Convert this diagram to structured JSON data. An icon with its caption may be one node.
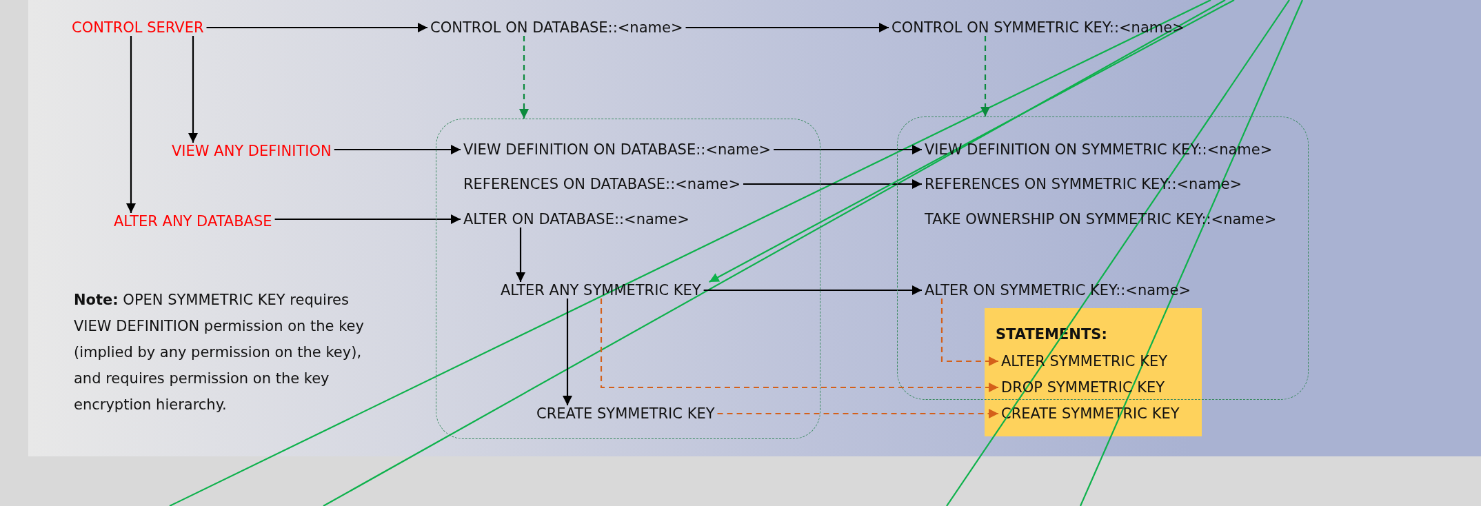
{
  "diagram": {
    "nodes": [
      {
        "text": [
          "CONTROL SERVER"
        ]
      },
      {
        "text": [
          "CONTROL ON DATABASE::<name>"
        ]
      },
      {
        "text": [
          "CONTROL ON SYMMETRIC KEY::<name>"
        ]
      },
      {
        "text": [
          "VIEW ANY DEFINITION"
        ]
      },
      {
        "text": [
          "ALTER ANY DATABASE"
        ]
      },
      {
        "text": [],
        "shape": "box"
      },
      {
        "text": [
          "VIEW DEFINITION ON DATABASE::<name>"
        ],
        "in": 5
      },
      {
        "text": [
          "REFERENCES ON DATABASE::<name>"
        ],
        "in": 5
      },
      {
        "text": [
          "ALTER ON DATABASE::<name>"
        ],
        "in": 5
      },
      {
        "text": [
          "ALTER ANY SYMMETRIC KEY"
        ],
        "in": 5
      },
      {
        "text": [
          "CREATE SYMMETRIC KEY"
        ],
        "in": 5
      },
      {
        "text": [],
        "shape": "box"
      },
      {
        "text": [
          "VIEW DEFINITION ON SYMMETRIC KEY::<name>"
        ],
        "in": 11
      },
      {
        "text": [
          "REFERENCES ON SYMMETRIC KEY::<name>"
        ],
        "in": 11
      },
      {
        "text": [
          "TAKE OWNERSHIP ON SYMMETRIC KEY::<name>"
        ],
        "in": 11
      },
      {
        "text": [
          "ALTER ON SYMMETRIC KEY::<name>"
        ],
        "in": 11
      },
      {
        "text": [
          "STATEMENTS:"
        ]
      },
      {
        "text": [
          "ALTER SYMMETRIC KEY"
        ]
      },
      {
        "text": [
          "DROP SYMMETRIC KEY"
        ]
      },
      {
        "text": [
          "CREATE SYMMETRIC KEY"
        ],
        "in": 16
      }
    ],
    "edges": [
      {
        "from": 0,
        "to": 1,
        "arrow": "to"
      },
      {
        "from": 1,
        "to": 2,
        "arrow": "to"
      },
      {
        "from": 0,
        "to": 3,
        "arrow": "to"
      },
      {
        "from": 0,
        "to": 4,
        "arrow": "to"
      },
      {
        "from": 1,
        "to": 5,
        "arrow": "to",
        "style": "dashed",
        "color": "#0b8a3c"
      },
      {
        "from": 2,
        "to": 11,
        "arrow": "to",
        "style": "dashed",
        "color": "#0b8a3c"
      },
      {
        "from": 3,
        "to": 6,
        "arrow": "to"
      },
      {
        "from": 4,
        "to": 8,
        "arrow": "to"
      },
      {
        "from": 6,
        "to": 12,
        "arrow": "to"
      },
      {
        "from": 7,
        "to": 13,
        "arrow": "to"
      },
      {
        "from": 8,
        "to": 9,
        "arrow": "to"
      },
      {
        "from": 9,
        "to": 15,
        "arrow": "to"
      },
      {
        "from": 9,
        "to": 10,
        "arrow": "to"
      },
      {
        "from": 15,
        "to": 17,
        "arrow": "to",
        "style": "dashed",
        "color": "#d4601a"
      },
      {
        "from": 9,
        "to": 18,
        "arrow": "to",
        "style": "dashed",
        "color": "#d4601a"
      },
      {
        "from": 10,
        "to": 19,
        "arrow": "to",
        "style": "dashed",
        "color": "#d4601a"
      },
      {
        "from": null,
        "to": 9,
        "arrow": "to",
        "color": "#0db14b"
      }
    ],
    "labels": [
      "**Note:** OPEN SYMMETRIC KEY requires VIEW DEFINITION permission on the key (implied by any permission on the key), and requires permission on the key encryption hierarchy."
    ]
  }
}
